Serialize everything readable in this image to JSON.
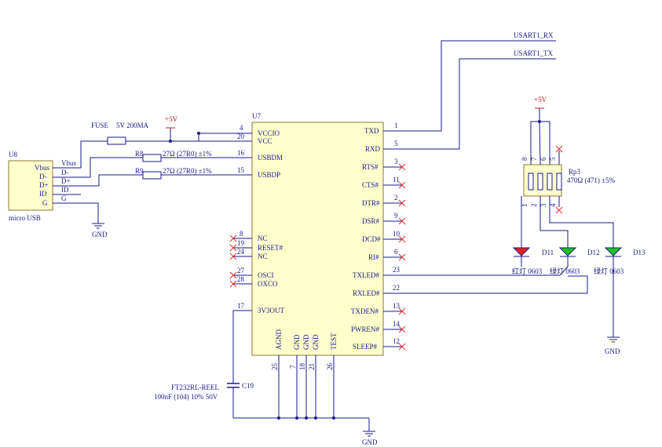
{
  "u7": {
    "ref": "U7",
    "part": "FT232RL-REEL",
    "left_pins": [
      {
        "num": "4",
        "name": "VCCIO"
      },
      {
        "num": "20",
        "name": "VCC"
      },
      {
        "num": "16",
        "name": "USBDM"
      },
      {
        "num": "15",
        "name": "USBDP"
      },
      {
        "num": "8",
        "name": "NC"
      },
      {
        "num": "19",
        "name": "RESET#"
      },
      {
        "num": "24",
        "name": "NC"
      },
      {
        "num": "27",
        "name": "OSCI"
      },
      {
        "num": "28",
        "name": "OXCO"
      },
      {
        "num": "17",
        "name": "3V3OUT"
      }
    ],
    "right_pins": [
      {
        "num": "1",
        "name": "TXD"
      },
      {
        "num": "5",
        "name": "RXD"
      },
      {
        "num": "3",
        "name": "RTS#"
      },
      {
        "num": "11",
        "name": "CTS#"
      },
      {
        "num": "2",
        "name": "DTR#"
      },
      {
        "num": "9",
        "name": "DSR#"
      },
      {
        "num": "10",
        "name": "DCD#"
      },
      {
        "num": "6",
        "name": "RI#"
      },
      {
        "num": "23",
        "name": "TXLED#"
      },
      {
        "num": "22",
        "name": "RXLED#"
      },
      {
        "num": "13",
        "name": "TXDEN#"
      },
      {
        "num": "14",
        "name": "PWREN#"
      },
      {
        "num": "12",
        "name": "SLEEP#"
      }
    ],
    "bottom_pins": [
      {
        "num": "25",
        "name": "AGND"
      },
      {
        "num": "7",
        "name": "GND"
      },
      {
        "num": "18",
        "name": "GND"
      },
      {
        "num": "21",
        "name": "GND"
      },
      {
        "num": "26",
        "name": "TEST"
      }
    ]
  },
  "u8": {
    "ref": "U8",
    "desc": "micro USB",
    "pins": [
      "Vbus",
      "D-",
      "D+",
      "ID",
      "G"
    ],
    "nets": [
      "Vbus",
      "D-",
      "D+",
      "ID",
      "G"
    ]
  },
  "fuse": {
    "name": "FUSE",
    "value": "5V 200MA"
  },
  "r8": {
    "ref": "R8",
    "value": "27Ω (27R0) ±1%"
  },
  "r9": {
    "ref": "R9",
    "value": "27Ω (27R0) ±1%"
  },
  "c19": {
    "ref": "C19",
    "value": "100nF (104) 10% 50V"
  },
  "rp3": {
    "ref": "Rp3",
    "value": "470Ω (471) ±5%",
    "pins": [
      "8",
      "7",
      "6",
      "5",
      "1",
      "2",
      "3",
      "4"
    ]
  },
  "leds": [
    {
      "ref": "D11",
      "label": "红灯 0603",
      "color": "#e02020"
    },
    {
      "ref": "D12",
      "label": "绿灯 0603",
      "color": "#20c020"
    },
    {
      "ref": "D13",
      "label": "绿灯 0603",
      "color": "#20c020"
    }
  ],
  "nets": {
    "rx": "USART1_RX",
    "tx": "USART1_TX",
    "vcc_a": "+5V",
    "vcc_b": "+5V",
    "gnd_a": "GND",
    "gnd_b": "GND",
    "gnd_c": "GND"
  },
  "colors": {
    "wire": "#1a1a8a",
    "body": "#ffffcc",
    "noconnect": "#e03030",
    "power": "#c02020"
  }
}
